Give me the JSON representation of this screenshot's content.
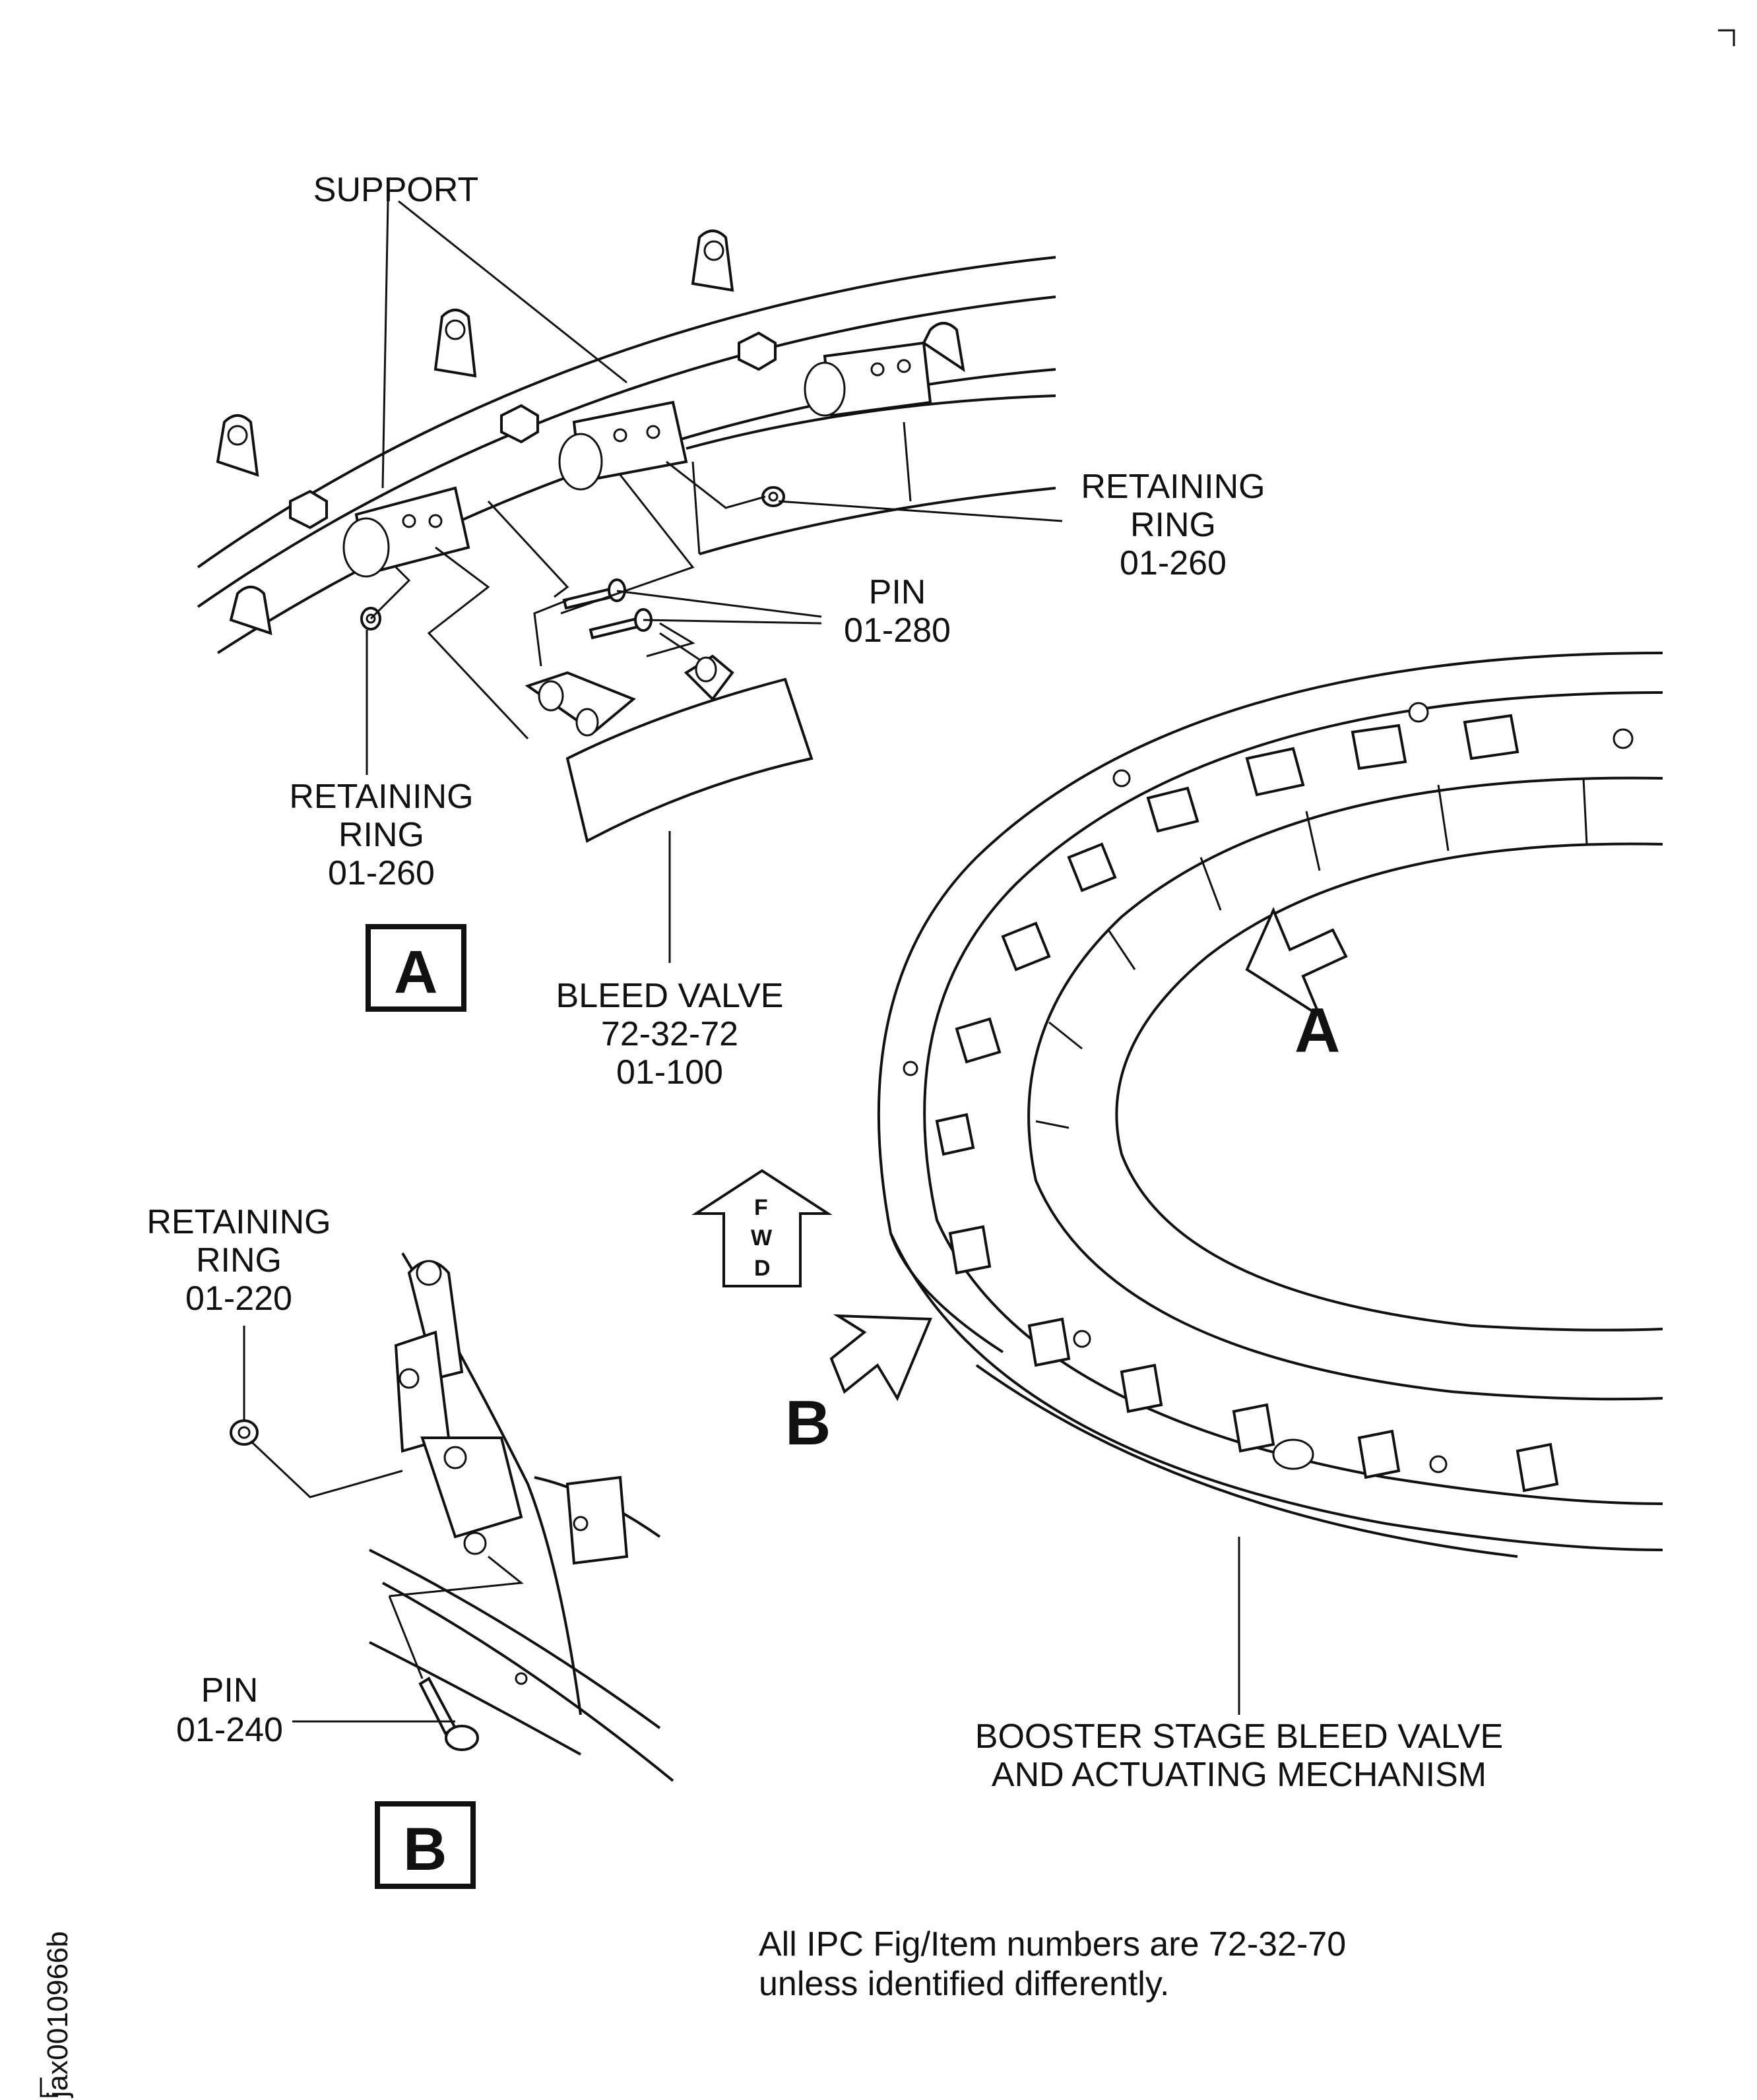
{
  "labels": {
    "support": "SUPPORT",
    "retaining_ring_top_right": [
      "RETAINING",
      "RING",
      "01-260"
    ],
    "pin_top": [
      "PIN",
      "01-280"
    ],
    "retaining_ring_top_left": [
      "RETAINING",
      "RING",
      "01-260"
    ],
    "bleed_valve": [
      "BLEED VALVE",
      "72-32-72",
      "01-100"
    ],
    "retaining_ring_b": [
      "RETAINING",
      "RING",
      "01-220"
    ],
    "pin_b": [
      "PIN",
      "01-240"
    ],
    "booster": [
      "BOOSTER STAGE BLEED VALVE",
      "AND ACTUATING MECHANISM"
    ]
  },
  "view_a_box": "A",
  "view_b_box": "B",
  "view_a_arrow": "A",
  "view_b_arrow": "B",
  "fwd_arrow": [
    "F",
    "W",
    "D"
  ],
  "note": [
    "All IPC Fig/Item numbers are 72-32-70",
    "unless identified differently."
  ],
  "drawing_id": "jax0010966b"
}
